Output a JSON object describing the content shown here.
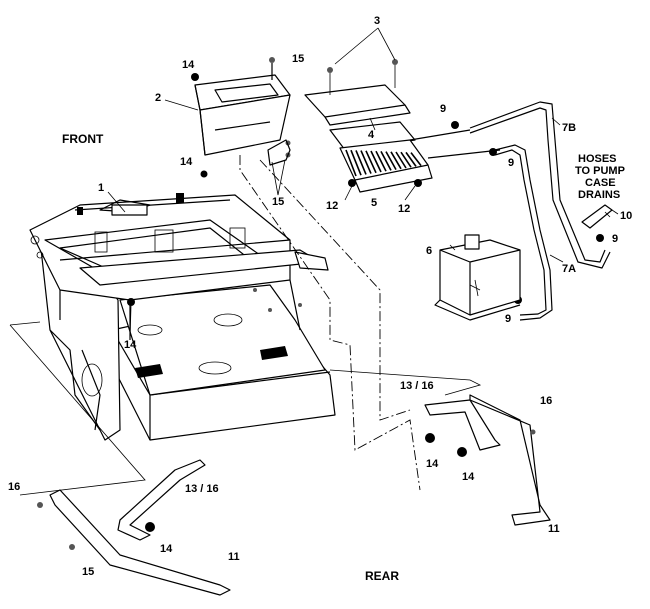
{
  "labels": {
    "front": "FRONT",
    "rear": "REAR",
    "hoses_line1": "HOSES",
    "hoses_line2": "TO PUMP",
    "hoses_line3": "CASE",
    "hoses_line4": "DRAINS"
  },
  "callouts": {
    "c1": "1",
    "c2": "2",
    "c3": "3",
    "c4": "4",
    "c5": "5",
    "c6": "6",
    "c7a": "7A",
    "c7b": "7B",
    "c9a": "9",
    "c9b": "9",
    "c9c": "9",
    "c9d": "9",
    "c10": "10",
    "c11a": "11",
    "c11b": "11",
    "c12a": "12",
    "c12b": "12",
    "c13a": "13 / 16",
    "c13b": "13 / 16",
    "c14a": "14",
    "c14b": "14",
    "c14c": "14",
    "c14d": "14",
    "c14e": "14",
    "c14f": "14",
    "c15a": "15",
    "c15b": "15",
    "c15c": "15",
    "c16a": "16",
    "c16b": "16"
  }
}
